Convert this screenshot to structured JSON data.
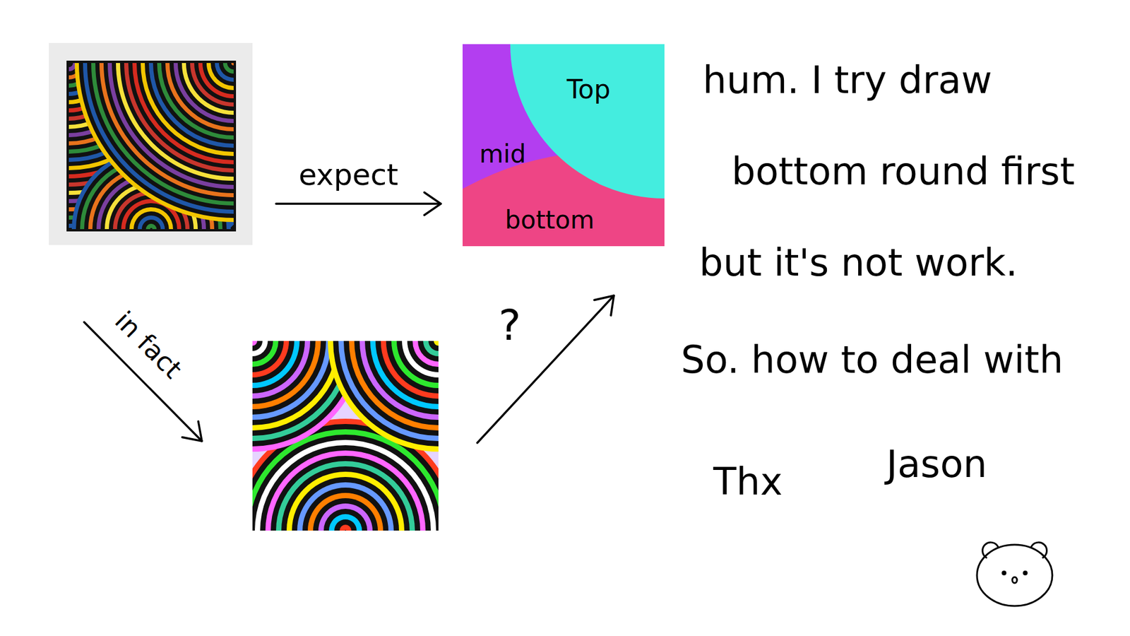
{
  "diagram": {
    "labels": [
      "expect",
      "in fact",
      "?",
      "Top",
      "mid",
      "bottom",
      "hum. I try draw",
      "bottom round first",
      "but it's not work.",
      "So. how to deal with",
      "Thx",
      "Jason"
    ]
  }
}
